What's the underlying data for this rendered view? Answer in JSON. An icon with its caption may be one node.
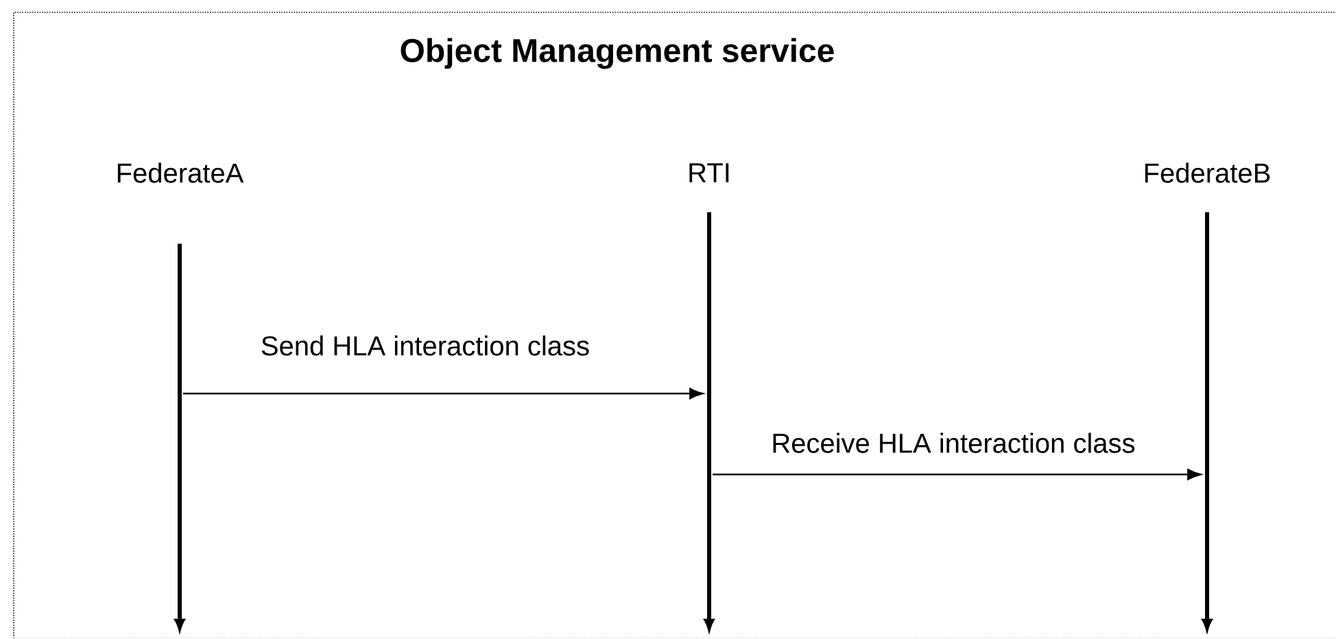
{
  "diagram": {
    "title": "Object Management service",
    "nodes": [
      {
        "text": [
          "FederateA"
        ]
      },
      {
        "text": [
          "RTI"
        ]
      },
      {
        "text": [
          "FederateB"
        ]
      },
      {
        "text": [],
        "shape": "bar"
      },
      {
        "text": [],
        "shape": "bar"
      },
      {
        "text": [],
        "shape": "bar"
      }
    ],
    "edges": [
      {
        "from": 3,
        "to": 4,
        "arrow": "to",
        "label": "Send HLA interaction class"
      },
      {
        "from": 4,
        "to": 5,
        "arrow": "to",
        "label": "Receive HLA interaction class"
      }
    ]
  }
}
